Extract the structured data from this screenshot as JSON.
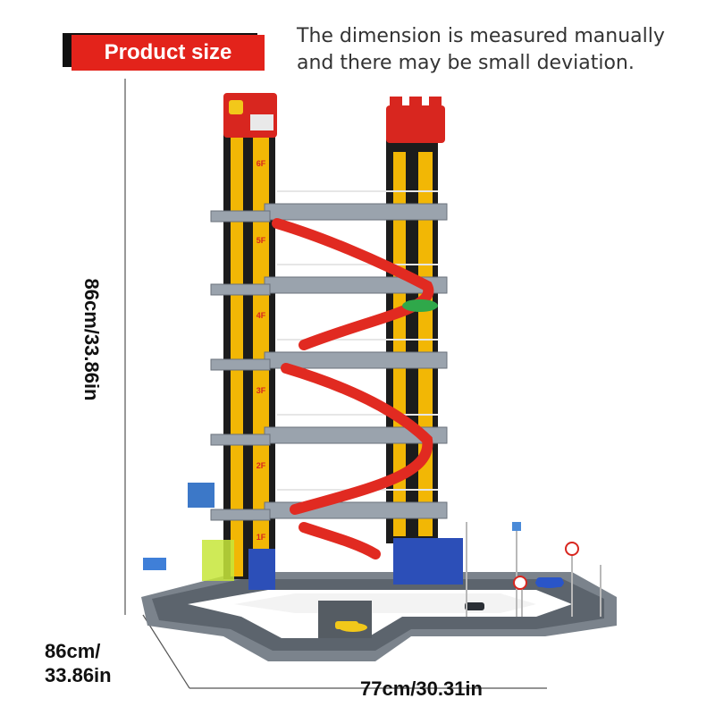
{
  "header": {
    "badge_label": "Product size",
    "note_line1": "The dimension is measured manually",
    "note_line2": "and there may be small deviation."
  },
  "dimensions": {
    "height": "86cm/33.86in",
    "depth_line1": "86cm/",
    "depth_line2": "33.86in",
    "width": "77cm/30.31in"
  },
  "floors": [
    "6F",
    "5F",
    "4F",
    "3F",
    "2F",
    "1F"
  ],
  "colors": {
    "badge": "#e3231b",
    "ramp": "#e12a21",
    "tower": "#1c1c1c",
    "yellow": "#f2b705",
    "track": "#6b737d",
    "deck": "#9aa3ad"
  }
}
